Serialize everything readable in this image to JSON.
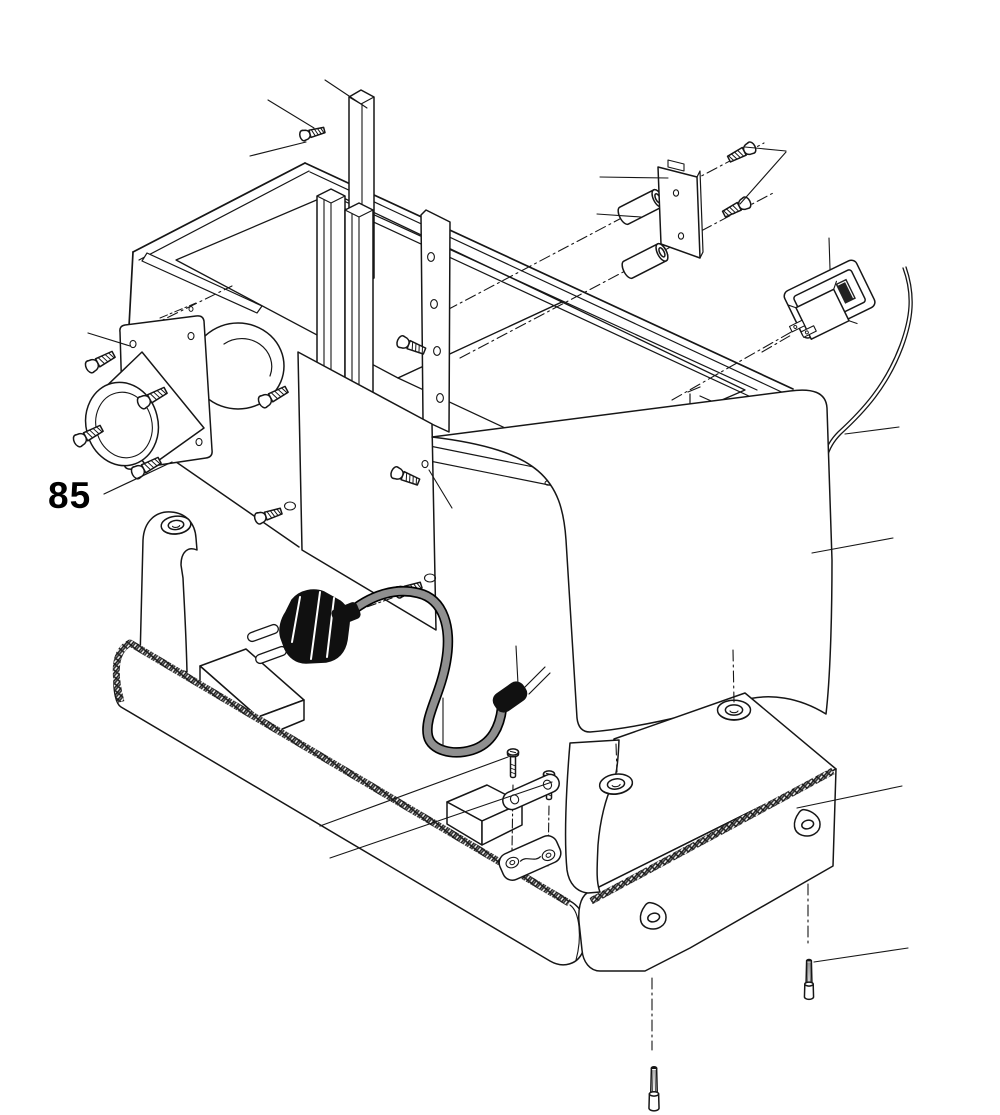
{
  "figure": {
    "type": "exploded-parts-diagram",
    "background_color": "#ffffff",
    "line_color": "#161616",
    "cord_color": "#8f8f8f",
    "plug_color": "#101010"
  },
  "callout": {
    "label": "85"
  },
  "parts": [
    "frame-assembly",
    "blade-guard-bars",
    "mounting-rail",
    "rear-panel",
    "motor-assembly",
    "motor-mount-plate",
    "motor-mount-screws",
    "terminal-bracket-plate",
    "standoff-spacers",
    "bracket-screws",
    "power-switch",
    "switch-wires",
    "housing-cover",
    "power-plug",
    "power-cord",
    "strain-relief-grommet",
    "cord-clamp-plate",
    "cord-clamp-base",
    "cord-clamp-screws",
    "junction-block",
    "base-platform",
    "machine-base",
    "screw-bosses",
    "keyhole-slots",
    "base-mounting-screws"
  ]
}
